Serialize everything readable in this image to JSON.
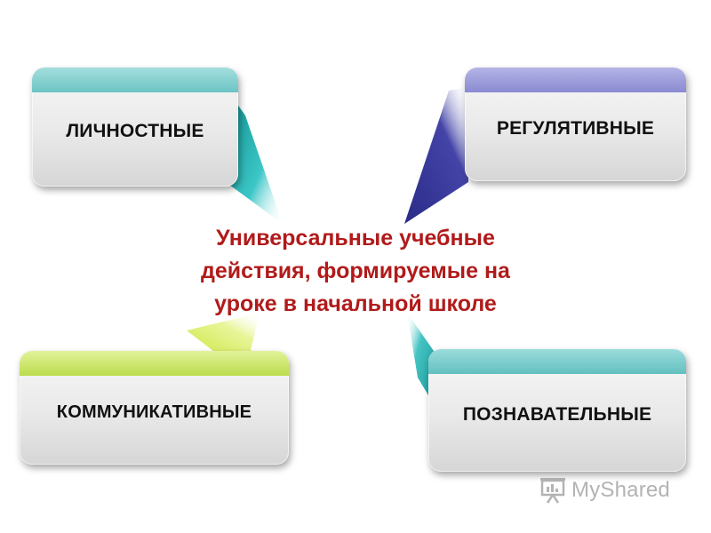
{
  "diagram": {
    "center": {
      "lines": [
        "Универсальные учебные",
        "действия, формируемые на",
        "уроке в начальной школе"
      ],
      "color": "#b11a1a"
    },
    "nodes": {
      "personal": {
        "label": "ЛИЧНОСТНЫЕ",
        "accent": "#6cc4c4"
      },
      "regulatory": {
        "label": "РЕГУЛЯТИВНЫЕ",
        "accent": "#8a8ad2"
      },
      "communicative": {
        "label": "КОММУНИКАТИВНЫЕ",
        "accent": "#bcdc4c"
      },
      "cognitive": {
        "label": "ПОЗНАВАТЕЛЬНЫЕ",
        "accent": "#62c0c0"
      }
    }
  },
  "watermark": {
    "text": "MyShared",
    "icon": "presentation-board-icon"
  }
}
